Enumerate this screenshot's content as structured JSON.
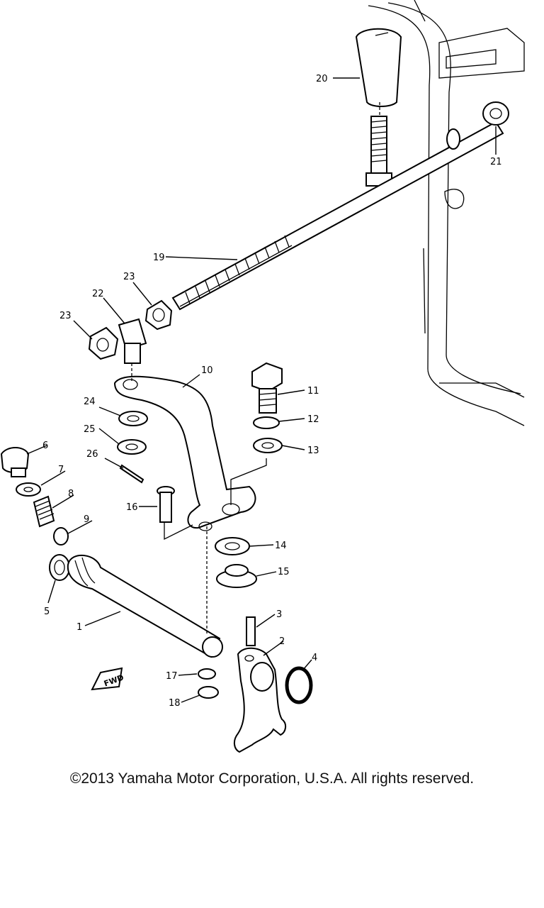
{
  "callouts": [
    "20",
    "21",
    "19",
    "23",
    "22",
    "23",
    "10",
    "11",
    "12",
    "13",
    "24",
    "25",
    "26",
    "6",
    "7",
    "8",
    "9",
    "16",
    "14",
    "15",
    "5",
    "1",
    "3",
    "2",
    "4",
    "17",
    "18"
  ],
  "fwd_badge": "FWD",
  "copyright": "©2013 Yamaha Motor Corporation, U.S.A. All rights reserved."
}
